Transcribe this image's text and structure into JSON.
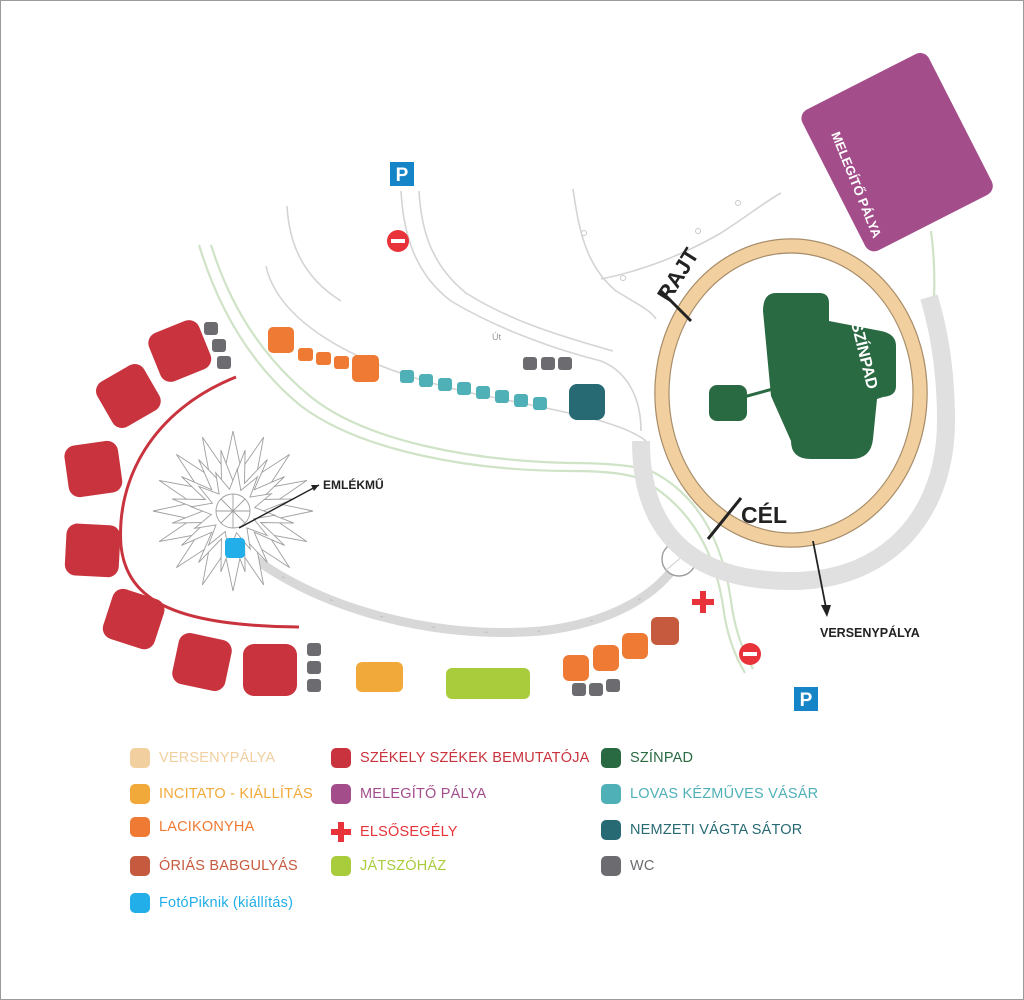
{
  "colors": {
    "versenypalya": "#f1cf9e",
    "incitato": "#f1a93a",
    "lacikonyha": "#ee7a34",
    "babgulyas": "#c65a3e",
    "fotopiknik": "#22aee8",
    "szekely": "#c8333d",
    "melegito": "#a34d8b",
    "elsosegely": "#e8333a",
    "jatszohaz": "#a9cc3c",
    "szinpad": "#2a6a42",
    "lovas": "#4fb0b8",
    "nemzeti": "#286a74",
    "wc": "#6c6c70",
    "parking": "#1685c8",
    "road": "#dcdcdc",
    "path_green": "#cfe3c6"
  },
  "map_labels": {
    "rajt": "RAJT",
    "cel": "CÉL",
    "szinpad": "SZÍNPAD",
    "melegito": "MELEGÍTŐ PÁLYA",
    "emlekmu": "EMLÉKMŰ",
    "versenypalya": "VERSENYPÁLYA",
    "ut": "Út",
    "parking_top": "P",
    "parking_bottom": "P"
  },
  "icons": {
    "parking": "parking-icon",
    "no_entry": "no-entry-icon",
    "first_aid": "first-aid-cross-icon"
  },
  "legend": {
    "versenypalya": "VERSENYPÁLYA",
    "incitato": "INCITATO - KIÁLLÍTÁS",
    "lacikonyha": "LACIKONYHA",
    "babgulyas": "ÓRIÁS BABGULYÁS",
    "fotopiknik": "FotóPiknik (kiállítás)",
    "szekely": "SZÉKELY SZÉKEK BEMUTATÓJA",
    "melegito": "MELEGÍTŐ PÁLYA",
    "elsosegely": "ELSŐSEGÉLY",
    "jatszohaz": "JÁTSZÓHÁZ",
    "szinpad": "SZÍNPAD",
    "lovas": "LOVAS KÉZMŰVES VÁSÁR",
    "nemzeti": "NEMZETI VÁGTA SÁTOR",
    "wc": "WC"
  }
}
